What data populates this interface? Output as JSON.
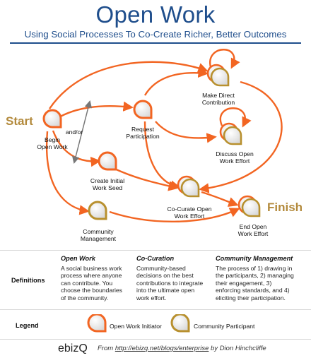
{
  "header": {
    "title": "Open Work",
    "subtitle": "Using Social Processes To Co-Create Richer, Better Outcomes"
  },
  "diagram": {
    "start_label": "Start",
    "finish_label": "Finish",
    "andor_label": "and/or",
    "nodes": {
      "begin": "Begin\nOpen Work",
      "request": "Request\nParticipation",
      "direct": "Make Direct\nContribution",
      "discuss": "Discuss Open\nWork Effort",
      "seed": "Create Initial\nWork Seed",
      "cocurate": "Co-Curate Open\nWork Effort",
      "community": "Community\nManagement",
      "end": "End Open\nWork Effort"
    },
    "colors": {
      "initiator": "#f26522",
      "participant": "#b8902e",
      "arrow": "#f26522"
    }
  },
  "definitions": {
    "row_label": "Definitions",
    "items": [
      {
        "heading": "Open Work",
        "text": "A social business work\nprocess where anyone\ncan contribute. You\nchoose the boundaries\nof the community."
      },
      {
        "heading": "Co-Curation",
        "text": "Community-based\ndecisions on the best\ncontributions to integrate\ninto the ultimate open\nwork effort."
      },
      {
        "heading": "Community Management",
        "text": "The process of 1) drawing in\nthe participants, 2) managing\ntheir engagement, 3)\nenforcing standards, and 4)\neliciting their participation."
      }
    ]
  },
  "legend": {
    "row_label": "Legend",
    "initiator_label": "Open Work Initiator",
    "participant_label": "Community Participant"
  },
  "footer": {
    "brand": "ebizQ",
    "prefix": "From",
    "url": "http://ebizq.net/blogs/enterprise",
    "suffix": "by Dion Hinchcliffe"
  }
}
